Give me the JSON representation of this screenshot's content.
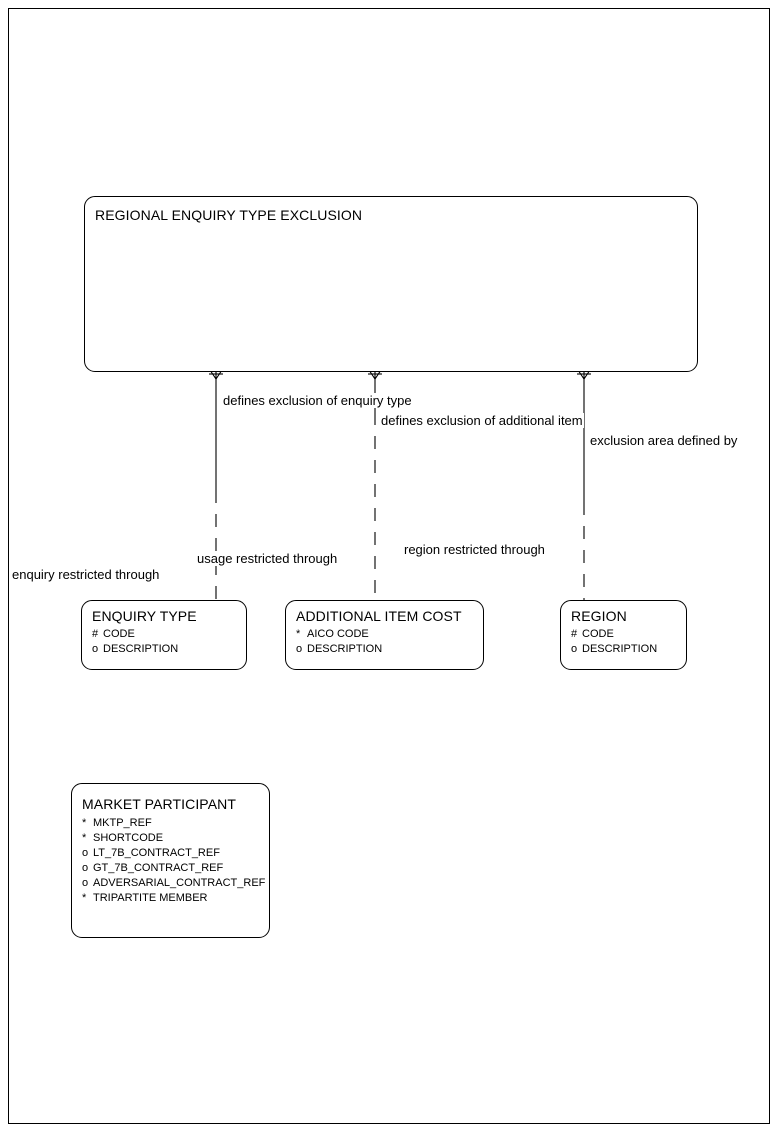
{
  "diagram": {
    "title": "Regional Enquiry Type Exclusion entity relationship diagram",
    "page_border_color": "#000000",
    "line_color": "#000000",
    "background": "#ffffff"
  },
  "entities": [
    {
      "id": "regional-enquiry-type-exclusion",
      "name": "REGIONAL ENQUIRY TYPE EXCLUSION",
      "attributes": []
    },
    {
      "id": "enquiry-type",
      "name": "ENQUIRY TYPE",
      "attributes": [
        {
          "mark": "#",
          "label": "CODE"
        },
        {
          "mark": "o",
          "label": "DESCRIPTION"
        }
      ]
    },
    {
      "id": "additional-item-cost",
      "name": "ADDITIONAL ITEM COST",
      "attributes": [
        {
          "mark": "*",
          "label": "AICO CODE"
        },
        {
          "mark": "o",
          "label": "DESCRIPTION"
        }
      ]
    },
    {
      "id": "region",
      "name": "REGION",
      "attributes": [
        {
          "mark": "#",
          "label": "CODE"
        },
        {
          "mark": "o",
          "label": "DESCRIPTION"
        }
      ]
    },
    {
      "id": "market-participant",
      "name": "MARKET PARTICIPANT",
      "attributes": [
        {
          "mark": "*",
          "label": "MKTP_REF"
        },
        {
          "mark": "*",
          "label": "SHORTCODE"
        },
        {
          "mark": "o",
          "label": "LT_7B_CONTRACT_REF"
        },
        {
          "mark": "o",
          "label": "GT_7B_CONTRACT_REF"
        },
        {
          "mark": "o",
          "label": "ADVERSARIAL_CONTRACT_REF"
        },
        {
          "mark": "*",
          "label": "TRIPARTITE MEMBER"
        }
      ]
    }
  ],
  "relationships": [
    {
      "id": "enquiry-type-relationship",
      "top_label": "defines exclusion of enquiry type",
      "bottom_label": "enquiry restricted through"
    },
    {
      "id": "additional-item-relationship",
      "top_label": "defines exclusion of additional item",
      "bottom_label": "usage restricted through"
    },
    {
      "id": "region-relationship",
      "top_label": "exclusion area defined by",
      "bottom_label": "region restricted through"
    }
  ]
}
